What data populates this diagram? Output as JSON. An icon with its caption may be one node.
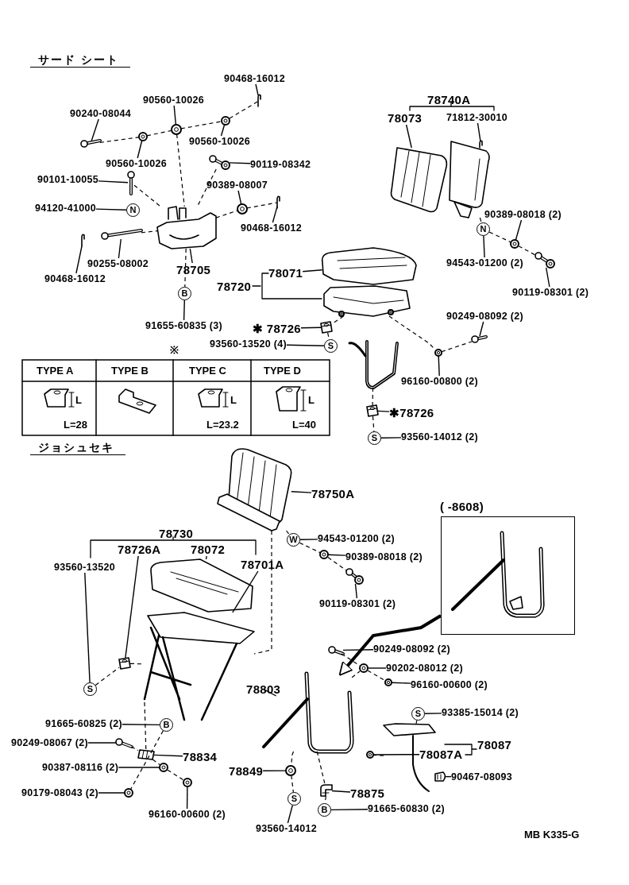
{
  "diagram": {
    "nodes": [
      {
        "text": [
          "90468-16012"
        ]
      },
      {
        "text": [
          "90560-10026"
        ]
      },
      {
        "text": [
          "90240-08044"
        ]
      },
      {
        "text": [
          "90560-10026"
        ]
      },
      {
        "text": [
          "90560-10026"
        ]
      },
      {
        "text": [
          "90119-08342"
        ]
      },
      {
        "text": [
          "90101-10055"
        ]
      },
      {
        "text": [
          "90389-08007"
        ]
      },
      {
        "text": [
          "94120-41000"
        ]
      },
      {
        "text": [
          "N"
        ]
      },
      {
        "text": [
          "90468-16012"
        ]
      },
      {
        "text": [
          "90255-08002"
        ]
      },
      {
        "text": [
          "78705"
        ]
      },
      {
        "text": [
          "90468-16012"
        ]
      },
      {
        "text": [
          "B"
        ]
      },
      {
        "text": [
          "91655-60835 (3)"
        ]
      },
      {
        "text": [
          "78740A"
        ]
      },
      {
        "text": [
          "78073"
        ]
      },
      {
        "text": [
          "71812-30010"
        ]
      },
      {
        "text": [
          "90389-08018 (2)"
        ]
      },
      {
        "text": [
          "N"
        ]
      },
      {
        "text": [
          "94543-01200 (2)"
        ]
      },
      {
        "text": [
          "90119-08301 (2)"
        ]
      },
      {
        "text": [
          "78071"
        ]
      },
      {
        "text": [
          "78720"
        ]
      },
      {
        "text": [
          "✱ 78726"
        ]
      },
      {
        "text": [
          "93560-13520 (4)"
        ]
      },
      {
        "text": [
          "S"
        ]
      },
      {
        "text": [
          "90249-08092 (2)"
        ]
      },
      {
        "text": [
          "96160-00800 (2)"
        ]
      },
      {
        "text": [
          "✱78726"
        ]
      },
      {
        "text": [
          "S"
        ]
      },
      {
        "text": [
          "93560-14012 (2)"
        ]
      },
      {
        "text": [
          "78750A"
        ]
      },
      {
        "text": [
          "( -8608)"
        ]
      },
      {
        "text": [
          "W"
        ]
      },
      {
        "text": [
          "94543-01200 (2)"
        ]
      },
      {
        "text": [
          "90389-08018 (2)"
        ]
      },
      {
        "text": [
          "90119-08301 (2)"
        ]
      },
      {
        "text": [
          "78730"
        ]
      },
      {
        "text": [
          "78726A"
        ]
      },
      {
        "text": [
          "78072"
        ]
      },
      {
        "text": [
          "78701A"
        ]
      },
      {
        "text": [
          "93560-13520"
        ]
      },
      {
        "text": [
          "S"
        ]
      },
      {
        "text": [
          "90249-08092 (2)"
        ]
      },
      {
        "text": [
          "90202-08012 (2)"
        ]
      },
      {
        "text": [
          "96160-00600 (2)"
        ]
      },
      {
        "text": [
          "78803"
        ]
      },
      {
        "text": [
          "S"
        ]
      },
      {
        "text": [
          "93385-15014 (2)"
        ]
      },
      {
        "text": [
          "78087"
        ]
      },
      {
        "text": [
          "78087A"
        ]
      },
      {
        "text": [
          "90467-08093"
        ]
      },
      {
        "text": [
          "91665-60825 (2)"
        ]
      },
      {
        "text": [
          "B"
        ]
      },
      {
        "text": [
          "90249-08067 (2)"
        ]
      },
      {
        "text": [
          "78834"
        ]
      },
      {
        "text": [
          "90387-08116 (2)"
        ]
      },
      {
        "text": [
          "78849"
        ]
      },
      {
        "text": [
          "90179-08043 (2)"
        ]
      },
      {
        "text": [
          "78875"
        ]
      },
      {
        "text": [
          "B"
        ]
      },
      {
        "text": [
          "91665-60830 (2)"
        ]
      },
      {
        "text": [
          "96160-00600 (2)"
        ]
      },
      {
        "text": [
          "S"
        ]
      },
      {
        "text": [
          "93560-14012"
        ]
      },
      {
        "text": [],
        "shape": "picture"
      },
      {
        "text": [],
        "shape": "picture"
      },
      {
        "text": [],
        "shape": "picture"
      },
      {
        "text": [],
        "shape": "picture"
      },
      {
        "text": [],
        "shape": "picture"
      },
      {
        "text": [],
        "shape": "picture"
      },
      {
        "text": [],
        "shape": "picture"
      },
      {
        "text": [],
        "shape": "picture"
      },
      {
        "text": [],
        "shape": "picture"
      },
      {
        "text": [],
        "shape": "picture"
      },
      {
        "text": [],
        "shape": "picture"
      },
      {
        "text": [],
        "shape": "picture"
      },
      {
        "text": [],
        "shape": "picture"
      },
      {
        "text": [],
        "shape": "picture"
      },
      {
        "text": [],
        "shape": "picture"
      },
      {
        "text": [],
        "shape": "picture"
      },
      {
        "text": [],
        "shape": "picture"
      },
      {
        "text": [],
        "shape": "picture"
      },
      {
        "text": [],
        "shape": "picture"
      },
      {
        "text": [],
        "shape": "picture"
      },
      {
        "text": [],
        "shape": "picture"
      },
      {
        "text": [],
        "shape": "picture"
      },
      {
        "text": [],
        "shape": "picture"
      },
      {
        "text": [],
        "shape": "picture"
      },
      {
        "text": [],
        "shape": "picture"
      },
      {
        "text": [],
        "shape": "picture"
      },
      {
        "text": [],
        "shape": "picture"
      },
      {
        "text": [],
        "shape": "picture"
      },
      {
        "text": [],
        "shape": "picture"
      },
      {
        "text": [],
        "shape": "picture"
      },
      {
        "text": [],
        "shape": "picture"
      },
      {
        "text": [],
        "shape": "picture"
      },
      {
        "text": [],
        "shape": "picture"
      },
      {
        "text": [],
        "shape": "picture"
      },
      {
        "text": [],
        "shape": "picture"
      },
      {
        "text": [],
        "shape": "picture"
      },
      {
        "text": [],
        "shape": "picture"
      },
      {
        "text": [],
        "shape": "picture"
      },
      {
        "text": [],
        "shape": "picture"
      },
      {
        "text": [],
        "shape": "picture"
      },
      {
        "text": [],
        "shape": "picture"
      },
      {
        "text": [],
        "shape": "picture"
      },
      {
        "text": [],
        "shape": "picture"
      },
      {
        "text": [],
        "shape": "picture"
      }
    ],
    "edges": [
      {
        "from": 0,
        "to": 67,
        "arrow": "none"
      },
      {
        "from": 1,
        "to": 68,
        "arrow": "none"
      },
      {
        "from": 2,
        "to": 69,
        "arrow": "none"
      },
      {
        "from": 3,
        "to": 70,
        "arrow": "none"
      },
      {
        "from": 4,
        "to": 71,
        "arrow": "none"
      },
      {
        "from": 5,
        "to": 72,
        "arrow": "none"
      },
      {
        "from": 6,
        "to": 73,
        "arrow": "none"
      },
      {
        "from": 7,
        "to": 74,
        "arrow": "none"
      },
      {
        "from": 8,
        "to": 9,
        "arrow": "none"
      },
      {
        "from": 10,
        "to": 75,
        "arrow": "none"
      },
      {
        "from": 11,
        "to": 76,
        "arrow": "none"
      },
      {
        "from": 12,
        "to": 77,
        "arrow": "none"
      },
      {
        "from": 13,
        "to": 78,
        "arrow": "none"
      },
      {
        "from": 15,
        "to": 14,
        "arrow": "none"
      },
      {
        "from": 17,
        "to": 79,
        "arrow": "none"
      },
      {
        "from": 18,
        "to": 80,
        "arrow": "none"
      },
      {
        "from": 19,
        "to": 81,
        "arrow": "none"
      },
      {
        "from": 21,
        "to": 20,
        "arrow": "none"
      },
      {
        "from": 22,
        "to": 82,
        "arrow": "none"
      },
      {
        "from": 23,
        "to": 83,
        "arrow": "none"
      },
      {
        "from": 25,
        "to": 84,
        "arrow": "none"
      },
      {
        "from": 26,
        "to": 27,
        "arrow": "none"
      },
      {
        "from": 28,
        "to": 85,
        "arrow": "none"
      },
      {
        "from": 29,
        "to": 86,
        "arrow": "none"
      },
      {
        "from": 30,
        "to": 87,
        "arrow": "none"
      },
      {
        "from": 32,
        "to": 31,
        "arrow": "none"
      },
      {
        "from": 33,
        "to": 88,
        "arrow": "none"
      },
      {
        "from": 34,
        "to": 97,
        "arrow": "to",
        "style": "thick"
      },
      {
        "from": 36,
        "to": 35,
        "arrow": "none"
      },
      {
        "from": 37,
        "to": 89,
        "arrow": "none"
      },
      {
        "from": 38,
        "to": 90,
        "arrow": "none"
      },
      {
        "from": 40,
        "to": 91,
        "arrow": "none"
      },
      {
        "from": 41,
        "to": 92,
        "arrow": "none"
      },
      {
        "from": 42,
        "to": 93,
        "arrow": "none"
      },
      {
        "from": 43,
        "to": 44,
        "arrow": "none"
      },
      {
        "from": 45,
        "to": 94,
        "arrow": "none"
      },
      {
        "from": 46,
        "to": 95,
        "arrow": "none"
      },
      {
        "from": 47,
        "to": 96,
        "arrow": "none"
      },
      {
        "from": 48,
        "to": 97,
        "arrow": "none"
      },
      {
        "from": 50,
        "to": 49,
        "arrow": "none"
      },
      {
        "from": 52,
        "to": 98,
        "arrow": "none"
      },
      {
        "from": 53,
        "to": 99,
        "arrow": "none"
      },
      {
        "from": 54,
        "to": 55,
        "arrow": "none"
      },
      {
        "from": 56,
        "to": 100,
        "arrow": "none"
      },
      {
        "from": 57,
        "to": 101,
        "arrow": "none"
      },
      {
        "from": 58,
        "to": 102,
        "arrow": "none"
      },
      {
        "from": 59,
        "to": 103,
        "arrow": "none"
      },
      {
        "from": 60,
        "to": 104,
        "arrow": "none"
      },
      {
        "from": 61,
        "to": 105,
        "arrow": "none"
      },
      {
        "from": 63,
        "to": 62,
        "arrow": "none"
      },
      {
        "from": 64,
        "to": 106,
        "arrow": "none"
      },
      {
        "from": 66,
        "to": 65,
        "arrow": "none"
      },
      {
        "from": 69,
        "to": 71,
        "arrow": "none",
        "style": "dashed"
      },
      {
        "from": 71,
        "to": 68,
        "arrow": "none",
        "style": "dashed"
      },
      {
        "from": 68,
        "to": 70,
        "arrow": "none",
        "style": "dashed"
      },
      {
        "from": 70,
        "to": 67,
        "arrow": "none",
        "style": "dashed"
      },
      {
        "from": 68,
        "to": 77,
        "arrow": "none",
        "style": "dashed"
      },
      {
        "from": 72,
        "to": 77,
        "arrow": "none",
        "style": "dashed"
      },
      {
        "from": 73,
        "to": 77,
        "arrow": "none",
        "style": "dashed"
      },
      {
        "from": 76,
        "to": 77,
        "arrow": "none",
        "style": "dashed"
      },
      {
        "from": 77,
        "to": 74,
        "arrow": "none",
        "style": "dashed"
      },
      {
        "from": 74,
        "to": 75,
        "arrow": "none",
        "style": "dashed"
      },
      {
        "from": 77,
        "to": 14,
        "arrow": "none",
        "style": "dashed"
      },
      {
        "from": 107,
        "to": 20,
        "arrow": "none",
        "style": "dashed"
      },
      {
        "from": 20,
        "to": 81,
        "arrow": "none",
        "style": "dashed"
      },
      {
        "from": 81,
        "to": 82,
        "arrow": "none",
        "style": "dashed"
      },
      {
        "from": 108,
        "to": 84,
        "arrow": "none",
        "style": "dashed"
      },
      {
        "from": 84,
        "to": 27,
        "arrow": "none",
        "style": "dashed"
      },
      {
        "from": 108,
        "to": 86,
        "arrow": "none",
        "style": "dashed"
      },
      {
        "from": 86,
        "to": 85,
        "arrow": "none",
        "style": "dashed"
      },
      {
        "from": 109,
        "to": 87,
        "arrow": "none",
        "style": "dashed"
      },
      {
        "from": 87,
        "to": 31,
        "arrow": "none",
        "style": "dashed"
      },
      {
        "from": 88,
        "to": 35,
        "arrow": "none",
        "style": "dashed"
      },
      {
        "from": 35,
        "to": 89,
        "arrow": "none",
        "style": "dashed"
      },
      {
        "from": 89,
        "to": 90,
        "arrow": "none",
        "style": "dashed"
      },
      {
        "from": 88,
        "to": 93,
        "arrow": "none",
        "style": "dashed"
      },
      {
        "from": 44,
        "to": 91,
        "arrow": "none",
        "style": "dashed"
      },
      {
        "from": 91,
        "to": 93,
        "arrow": "none",
        "style": "dashed"
      },
      {
        "from": 93,
        "to": 101,
        "arrow": "none",
        "style": "dashed"
      },
      {
        "from": 55,
        "to": 104,
        "arrow": "none",
        "style": "dashed"
      },
      {
        "from": 100,
        "to": 101,
        "arrow": "none",
        "style": "dashed"
      },
      {
        "from": 101,
        "to": 102,
        "arrow": "none",
        "style": "dashed"
      },
      {
        "from": 102,
        "to": 106,
        "arrow": "none",
        "style": "dashed"
      },
      {
        "from": 97,
        "to": 95,
        "arrow": "none",
        "style": "dashed"
      },
      {
        "from": 94,
        "to": 95,
        "arrow": "none",
        "style": "dashed"
      },
      {
        "from": 95,
        "to": 96,
        "arrow": "none",
        "style": "dashed"
      },
      {
        "from": 97,
        "to": 103,
        "arrow": "none",
        "style": "dashed"
      },
      {
        "from": 103,
        "to": 65,
        "arrow": "none",
        "style": "dashed"
      },
      {
        "from": 97,
        "to": 105,
        "arrow": "none",
        "style": "dashed"
      },
      {
        "from": 105,
        "to": 62,
        "arrow": "none",
        "style": "dashed"
      },
      {
        "from": 49,
        "to": 110,
        "arrow": "none",
        "style": "dashed"
      },
      {
        "from": 110,
        "to": 98,
        "arrow": "none",
        "style": "dashed"
      }
    ],
    "labels": [
      "サード シート",
      "※",
      "TYPE A",
      "TYPE B",
      "TYPE C",
      "TYPE D",
      "L",
      "L=28",
      "L",
      "L=23.2",
      "L",
      "L=40",
      "ジョシュセキ",
      "MB K335-G"
    ]
  }
}
